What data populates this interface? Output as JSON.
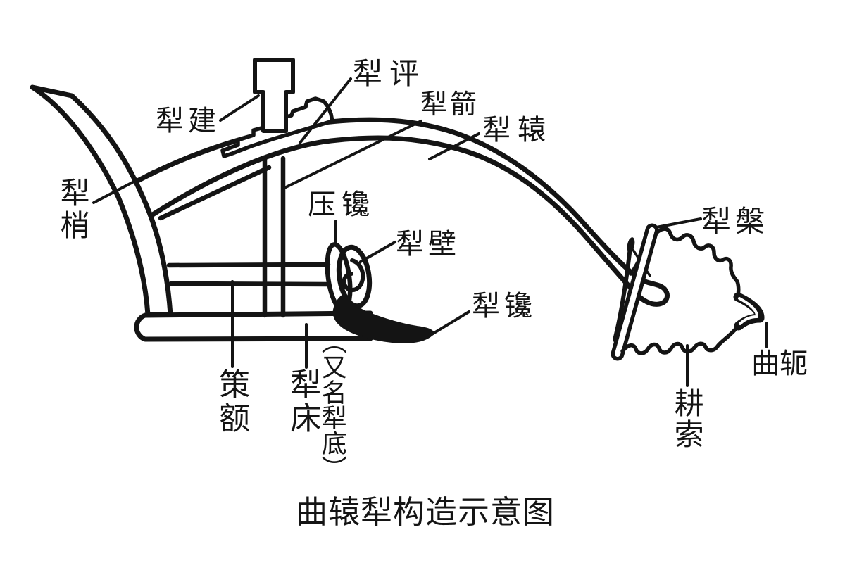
{
  "diagram": {
    "title": "曲辕犁构造示意图",
    "labels": {
      "li_ping": "犁评",
      "li_jian_pin": "犁建",
      "li_jian_arrow": "犁箭",
      "li_yuan": "犁辕",
      "li_shao": "犁梢",
      "ya_chan": "压镵",
      "li_bi": "犁壁",
      "li_chan": "犁镵",
      "li_pan": "犁槃",
      "qu_e": "曲轭",
      "geng_suo": "耕索",
      "ce_e": "策额",
      "li_chuang": "犁床",
      "li_chuang_alias": "（又名犁底）"
    },
    "colors": {
      "ink": "#141414",
      "paper": "#ffffff"
    }
  }
}
